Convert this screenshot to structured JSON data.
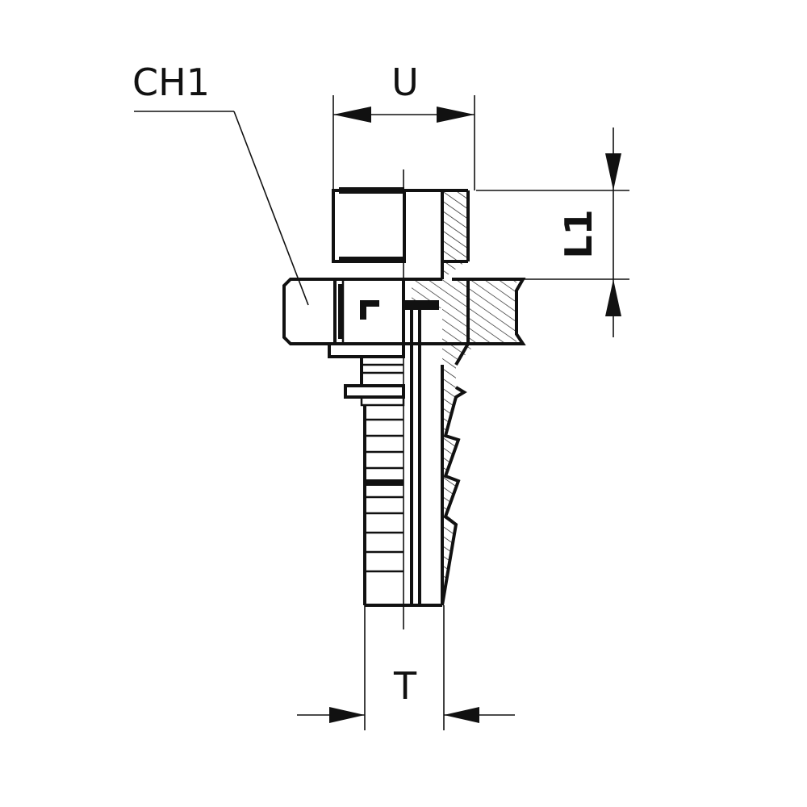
{
  "labels": {
    "ch1": "CH1",
    "u": "U",
    "l1": "L1",
    "t": "T"
  }
}
